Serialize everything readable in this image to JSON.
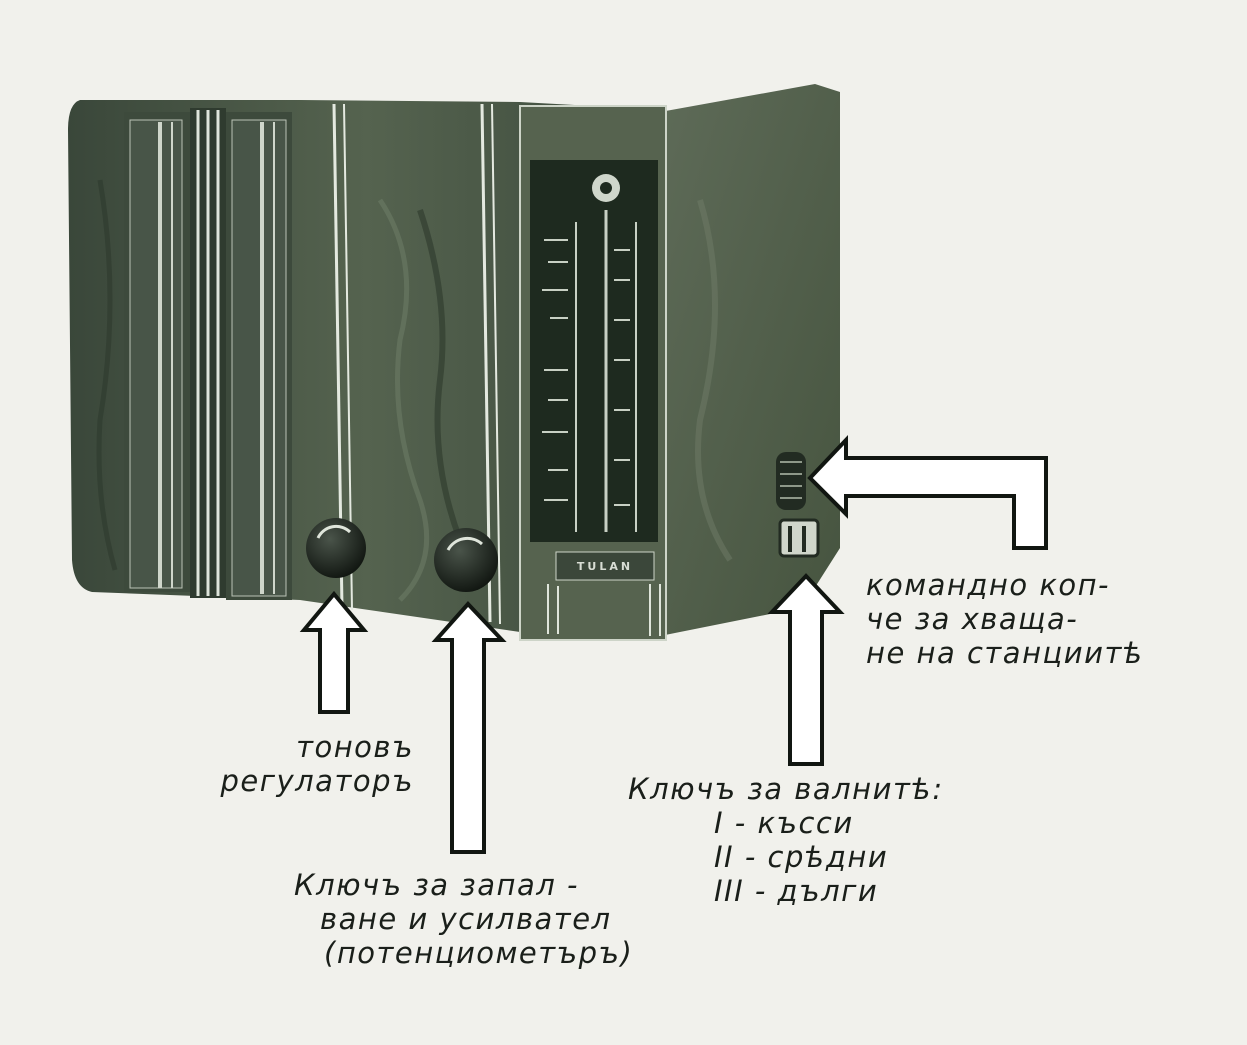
{
  "brand": "TULAN",
  "labels": {
    "command_knob": [
      "командно коп-",
      "че за хваща-",
      "не на станциитѣ"
    ],
    "tone": [
      "тоновъ",
      "регулаторъ"
    ],
    "wave_switch": [
      "Ключъ за валнитѣ:",
      "I - късси",
      "II - срѣдни",
      "III - дълги"
    ],
    "power_switch": [
      "Ключъ за запал -",
      "ване и усилвател",
      "(потенциометъръ)"
    ]
  },
  "colors": {
    "background": "#f1f1ec",
    "wood": "#4d5b4a",
    "wood_dark": "#2c3a2c",
    "dial": "#1e2a1f",
    "ink": "#1a1f1a",
    "arrow_fill": "#ffffff"
  }
}
